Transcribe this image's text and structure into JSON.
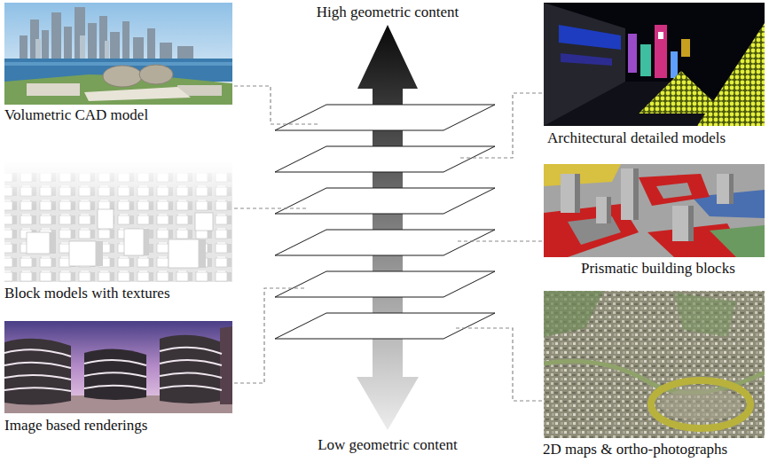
{
  "diagram": {
    "labels": [
      "High geometric content",
      "Volumetric CAD model",
      "Architectural detailed models",
      "Block models with textures",
      "Prismatic building blocks",
      "Image based renderings",
      "Low geometric content",
      "2D maps & ortho-photographs"
    ]
  }
}
